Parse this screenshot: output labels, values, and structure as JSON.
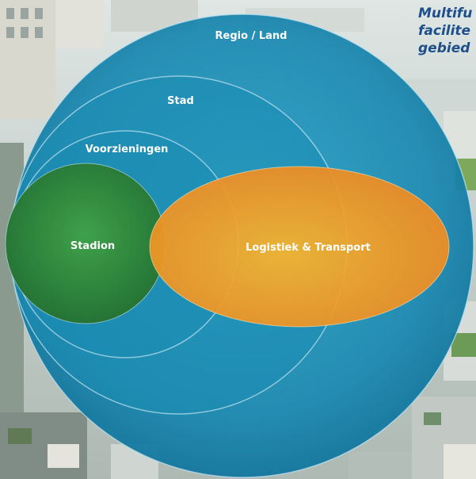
{
  "caption": {
    "lines": [
      "Multifu",
      "facilite",
      "gebied"
    ]
  },
  "diagram": {
    "regio_label": "Regio / Land",
    "stad_label": "Stad",
    "voorzieningen_label": "Voorzieningen",
    "stadion_label": "Stadion",
    "logistiek_label": "Logistiek & Transport"
  },
  "colors": {
    "blue": "#1b8cb2",
    "green": "#2e8f3f",
    "orange": "#f29a22",
    "caption": "#1f4f8a"
  }
}
